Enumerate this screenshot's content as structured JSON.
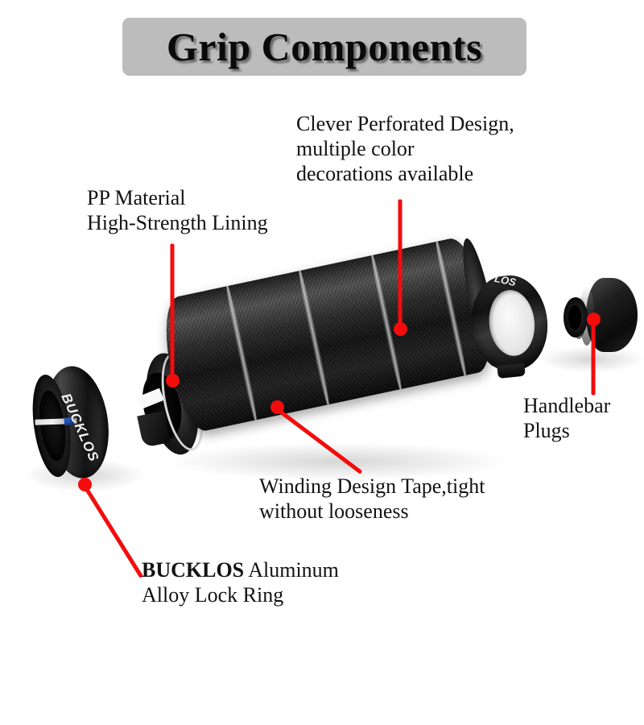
{
  "title": {
    "text": "Grip Components",
    "banner_color": "#bcbcbc",
    "text_color": "#0a0a0a"
  },
  "accent_color": "#f40c0c",
  "background_color": "#ffffff",
  "annotations": [
    {
      "id": "perforated",
      "text": "Clever Perforated Design,\nmultiple color\ndecorations available"
    },
    {
      "id": "pp-material",
      "text": "PP Material\nHigh-Strength Lining"
    },
    {
      "id": "handlebar-plugs",
      "text": "Handlebar\nPlugs"
    },
    {
      "id": "winding-tape",
      "text": "Winding Design Tape,tight\nwithout looseness"
    },
    {
      "id": "lock-ring",
      "brand": "BUCKLOS",
      "text": " Aluminum\nAlloy Lock Ring"
    }
  ],
  "product": {
    "lock_ring_left_brand": "BUCKLOS",
    "lock_ring_right_brand": "LOS"
  }
}
